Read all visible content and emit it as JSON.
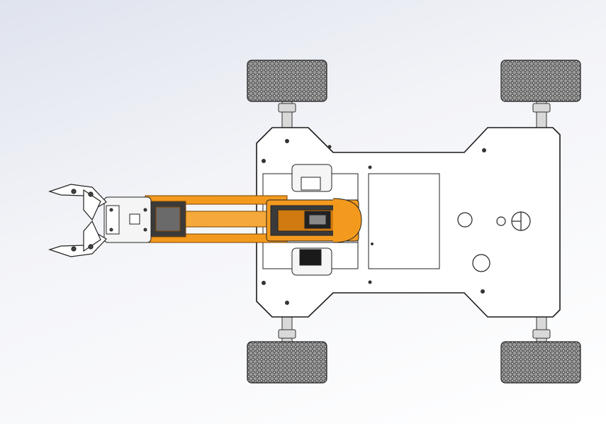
{
  "scene": {
    "view": "top",
    "colors": {
      "background_top": "#dfe3ee",
      "background_bottom": "#ffffff",
      "chassis": "#ffffff",
      "outline": "#1a1a1a",
      "arm_orange": "#f39a1e",
      "arm_dark": "#d07a10",
      "tire": "#7a7a7a",
      "axle": "#d9d9d9"
    },
    "components": {
      "wheels": [
        "front-left-wheel",
        "front-right-wheel",
        "rear-left-wheel",
        "rear-right-wheel"
      ],
      "arm": [
        "gripper",
        "wrist-servo",
        "upper-arm-link",
        "base-servo"
      ],
      "chassis_plate": "chassis-plate"
    }
  }
}
